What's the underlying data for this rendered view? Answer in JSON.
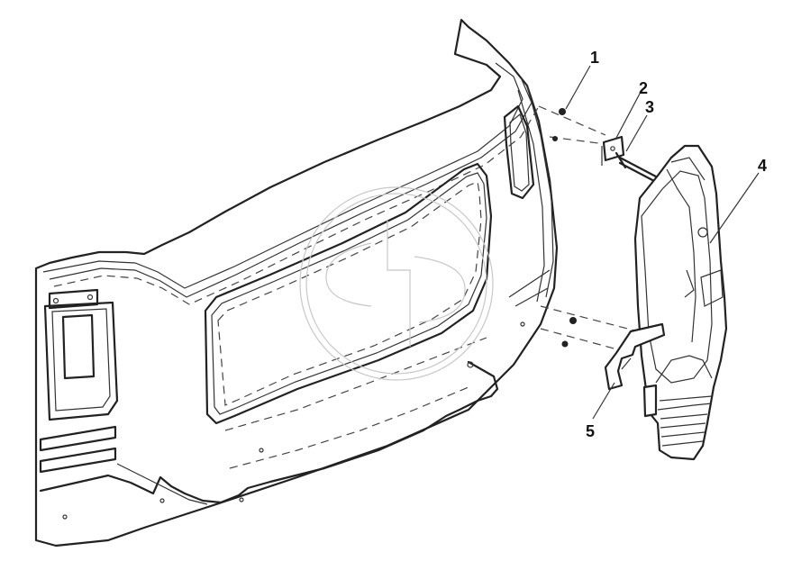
{
  "callouts": [
    {
      "id": "1",
      "label": "1"
    },
    {
      "id": "2",
      "label": "2"
    },
    {
      "id": "3",
      "label": "3"
    },
    {
      "id": "4",
      "label": "4"
    },
    {
      "id": "5",
      "label": "5"
    }
  ],
  "colors": {
    "line": "#222222",
    "background": "#ffffff",
    "watermark": "#c8c8c8"
  }
}
